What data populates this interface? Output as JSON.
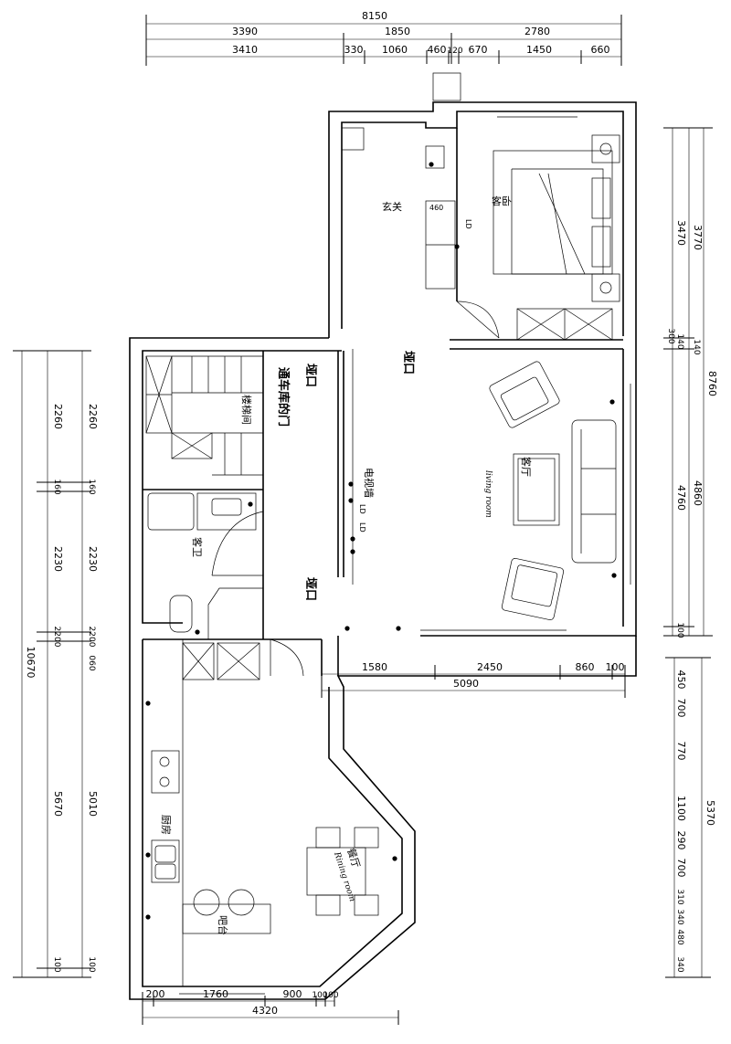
{
  "dimensions": {
    "top": {
      "row1": [
        "8150"
      ],
      "row2": [
        "3390",
        "1850",
        "2780"
      ],
      "row3": [
        "3410",
        "330",
        "1060",
        "460",
        "120",
        "670",
        "1450",
        "660"
      ]
    },
    "right_upper": {
      "inner": [
        "3470",
        "140",
        "4760",
        "100"
      ],
      "mid": [
        "3770",
        "140",
        "4860"
      ],
      "outer": [
        "8760"
      ],
      "small": [
        "300"
      ]
    },
    "middle": {
      "row1": [
        "1580",
        "2450",
        "860",
        "100"
      ],
      "row2": [
        "5090"
      ]
    },
    "right_lower": {
      "inner": [
        "450",
        "700",
        "770",
        "1100",
        "290",
        "700",
        "310",
        "340",
        "480",
        "340"
      ],
      "outer": [
        "5370"
      ]
    },
    "left": {
      "inner": [
        "2260",
        "160",
        "2230",
        "2200",
        "5010",
        "100"
      ],
      "mid": [
        "2260",
        "160",
        "2230",
        "2200",
        "5670",
        "100"
      ],
      "outer": [
        "10670"
      ],
      "small": [
        "060"
      ]
    },
    "bottom": {
      "row1": [
        "200",
        "1760",
        "900",
        "100",
        "100"
      ],
      "row2": [
        "4320"
      ]
    }
  },
  "rooms": {
    "entrance": "玄关",
    "guest_bedroom": "客卧",
    "stairwell": "楼梯间",
    "guest_bath": "客卫",
    "living": "客厅",
    "living_en": "living room",
    "dining": "餐厅",
    "dining_en": "Rining room",
    "kitchen": "厨房",
    "bar": "吧台"
  },
  "labels": {
    "arch1": "垭口",
    "arch2": "垭口",
    "arch3": "垭口",
    "garage_door": "通车库的门",
    "tv_wall": "电视墙",
    "ld1": "LD",
    "ld2": "LD",
    "ld3": "LD",
    "fridge_note": "460"
  }
}
